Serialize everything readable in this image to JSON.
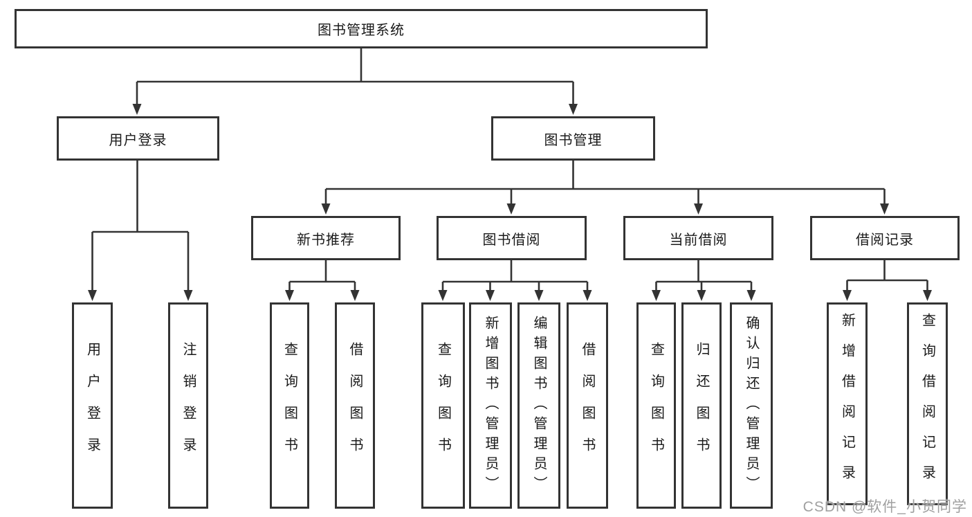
{
  "title": "图书管理系统",
  "watermark": "CSDN @软件_小贺同学",
  "colors": {
    "line": "#333333",
    "text": "#1a1a1a",
    "watermark": "#a0a0a0",
    "background": "#ffffff"
  },
  "tree": {
    "root": "图书管理系统",
    "branches": [
      {
        "label": "用户登录",
        "children": [
          "用户登录",
          "注销登录"
        ]
      },
      {
        "label": "图书管理",
        "groups": [
          {
            "label": "新书推荐",
            "children": [
              "查询图书",
              "借阅图书"
            ]
          },
          {
            "label": "图书借阅",
            "children": [
              "查询图书",
              "新增图书（管理员）",
              "编辑图书（管理员）",
              "借阅图书"
            ]
          },
          {
            "label": "当前借阅",
            "children": [
              "查询图书",
              "归还图书",
              "确认归还（管理员）"
            ]
          },
          {
            "label": "借阅记录",
            "children": [
              "新增借阅记录",
              "查询借阅记录"
            ]
          }
        ]
      }
    ]
  }
}
